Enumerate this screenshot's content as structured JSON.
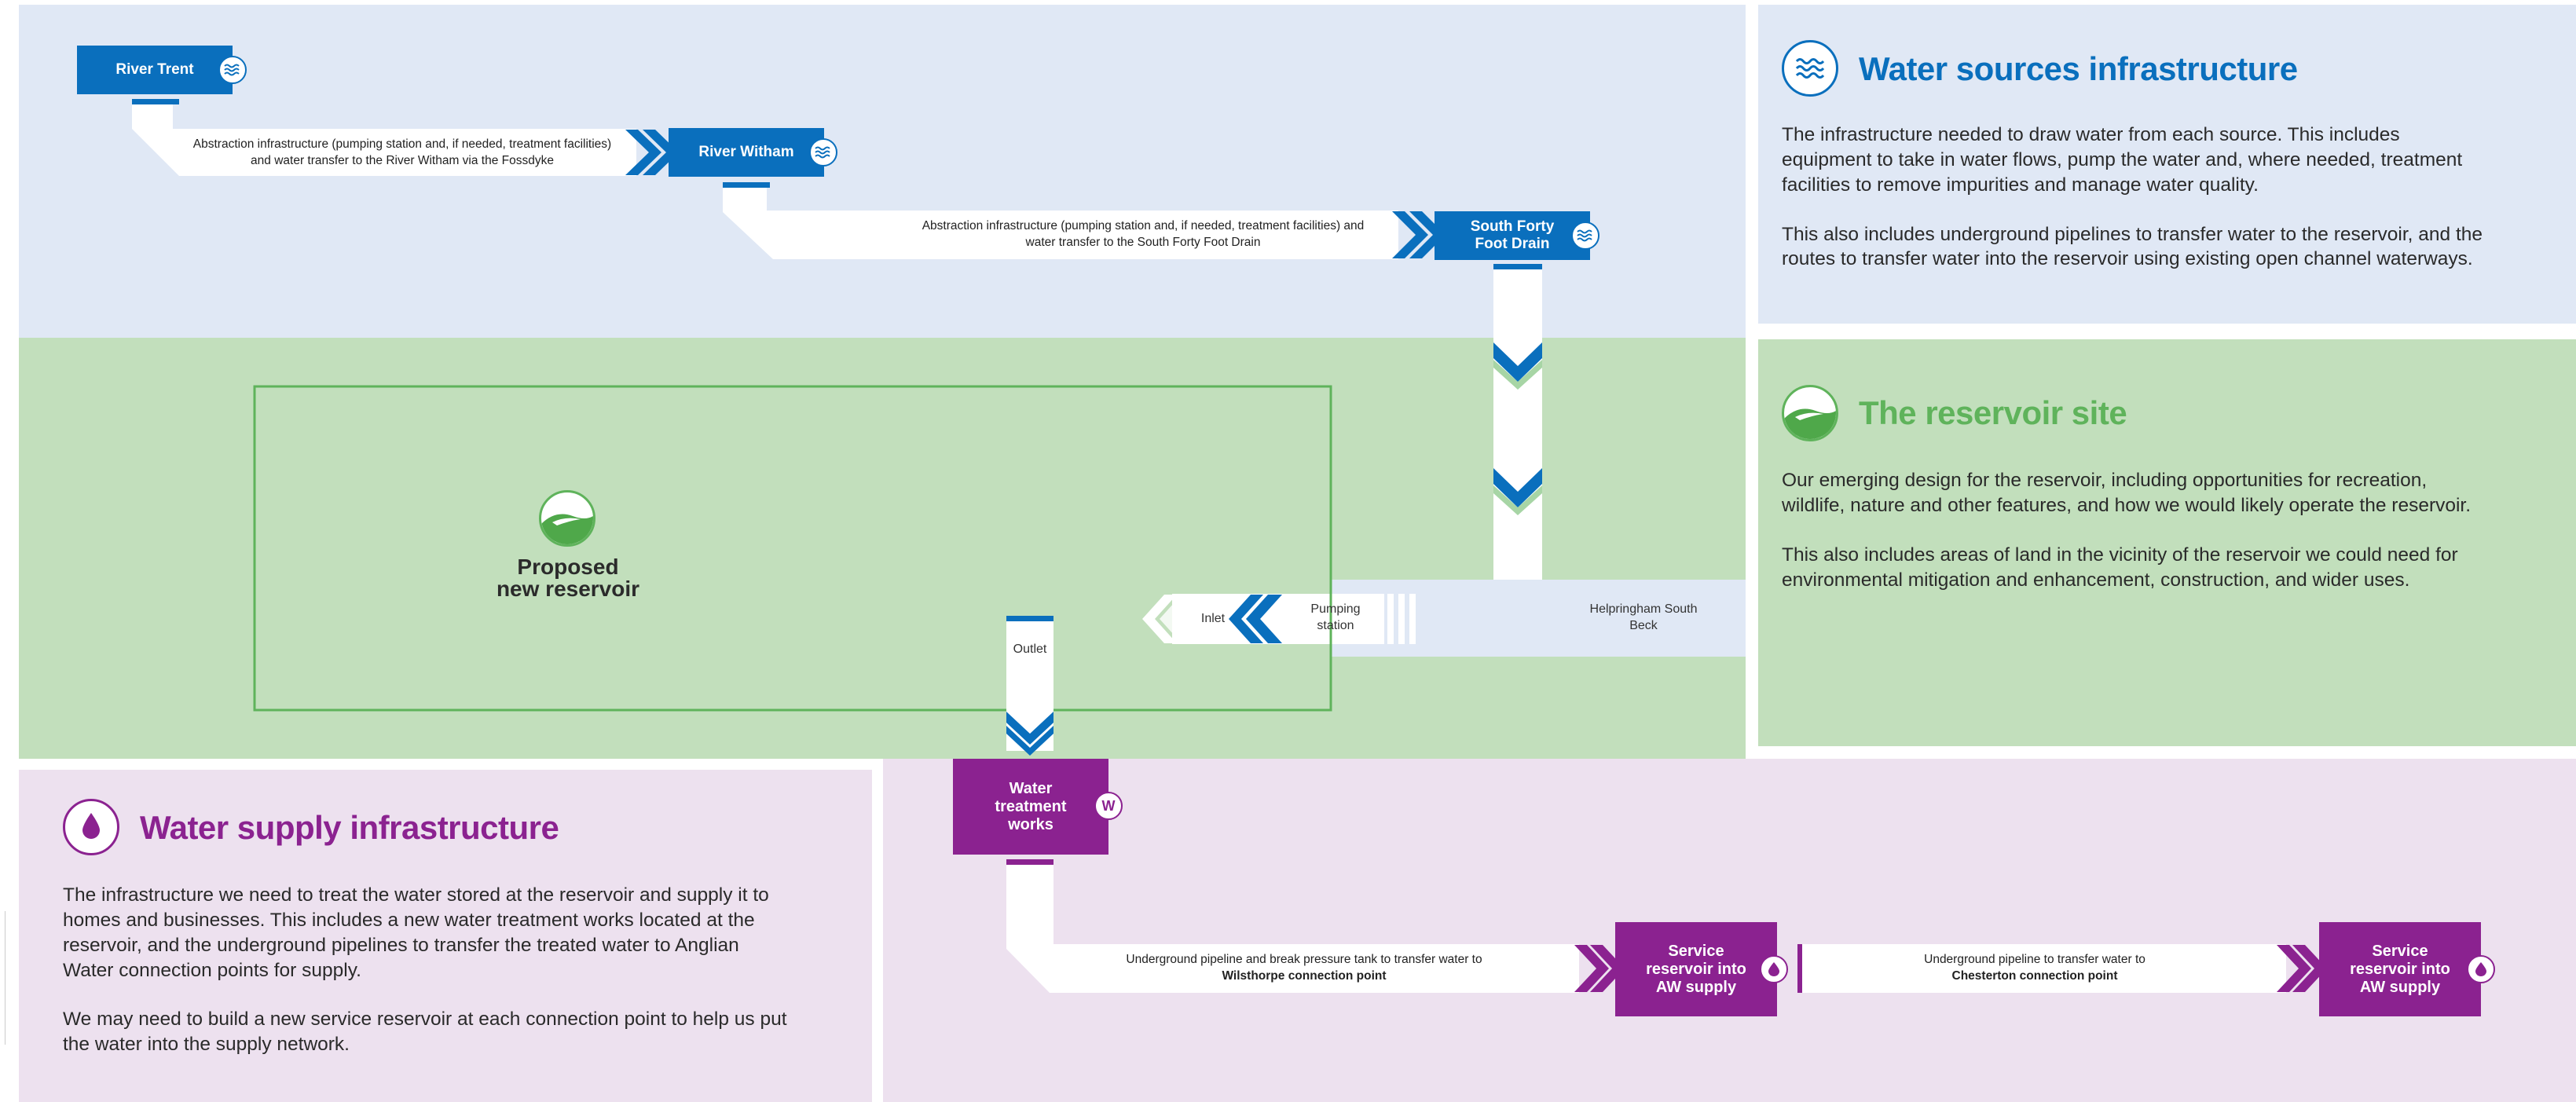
{
  "colors": {
    "blue": "#0a6fbd",
    "green": "#5fb35b",
    "purple": "#8b2290",
    "panel_blue": "#e0e8f5",
    "panel_green": "#c2dfbc",
    "panel_purple": "#ede1ef"
  },
  "sources": {
    "river_trent": "River Trent",
    "river_witham": "River Witham",
    "south_forty_foot_drain": "South Forty Foot Drain",
    "transfer_to_witham": "Abstraction infrastructure (pumping station and, if needed, treatment facilities) and water transfer to the River Witham via the Fossdyke",
    "transfer_to_south_forty": "Abstraction infrastructure (pumping station and, if needed, treatment facilities) and water transfer to the South Forty Foot Drain",
    "icon": "water-waves-icon"
  },
  "reservoir": {
    "title_line1": "Proposed",
    "title_line2": "new reservoir",
    "inlet": "Inlet",
    "outlet": "Outlet",
    "pumping_station": "Pumping station",
    "helpringham": "Helpringham South Beck",
    "icon": "reservoir-landscape-icon"
  },
  "supply": {
    "water_treatment_works": "Water treatment works",
    "wtw_badge": "W",
    "pipeline_1_text": "Underground pipeline and break pressure tank to transfer water to",
    "pipeline_1_bold": "Wilsthorpe connection point",
    "pipeline_2_text": "Underground pipeline to transfer water to",
    "pipeline_2_bold": "Chesterton connection point",
    "service_reservoir": "Service reservoir into AW supply",
    "icon": "water-drop-icon"
  },
  "info": {
    "sources_title": "Water sources infrastructure",
    "sources_p1": "The infrastructure needed to draw water from each source. This includes equipment to take in water flows, pump the water and, where needed, treatment facilities to remove impurities and manage water quality.",
    "sources_p2": "This also includes underground pipelines to transfer water to the reservoir, and the routes to transfer water into the reservoir using existing open channel waterways.",
    "site_title": "The reservoir site",
    "site_p1": "Our emerging design for the reservoir, including opportunities for recreation, wildlife, nature and other features, and how we would likely operate the reservoir.",
    "site_p2": "This also includes areas of land in the vicinity of the reservoir we could need for environmental mitigation and enhancement, construction, and wider uses.",
    "supply_title": "Water supply infrastructure",
    "supply_p1": "The infrastructure we need to treat the water stored at the reservoir and supply it to homes and businesses. This includes a new water treatment works located at the reservoir, and the underground pipelines to transfer the treated water to Anglian Water connection points for supply.",
    "supply_p2": "We may need to build a new service reservoir at each connection point to help us put the water into the supply network."
  }
}
